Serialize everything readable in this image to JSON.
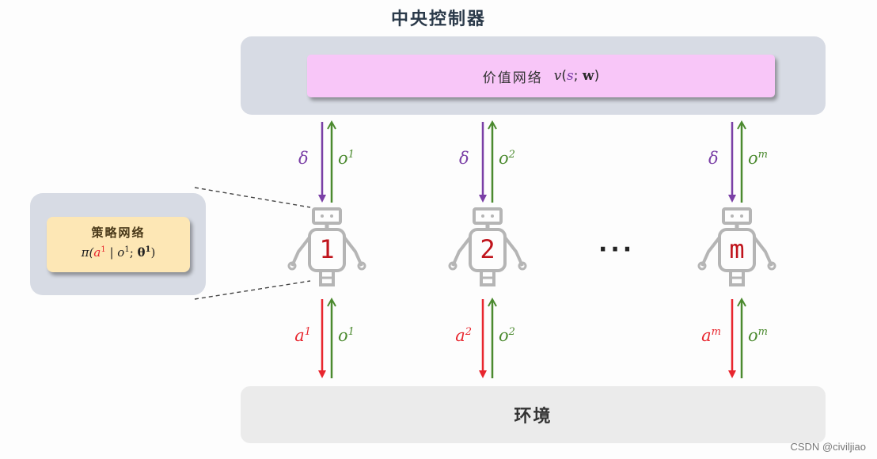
{
  "title": "中央控制器",
  "value_network": {
    "label": "价值网络",
    "formula_fn": "v",
    "formula_open": "(",
    "formula_s": "s",
    "formula_sep": "; ",
    "formula_w": "w",
    "formula_close": ")"
  },
  "policy_network": {
    "label": "策略网络",
    "formula_pi": "π(",
    "formula_a": "a",
    "formula_a_sup": "1",
    "formula_bar": " | ",
    "formula_o": "o",
    "formula_o_sup": "1",
    "formula_sep": "; ",
    "formula_theta": "θ",
    "formula_theta_sup": "1",
    "formula_close": ")"
  },
  "environment": {
    "label": "环境"
  },
  "agents": [
    {
      "number": "1",
      "top": {
        "down": "δ",
        "up_base": "o",
        "up_sup": "1"
      },
      "bottom": {
        "down_base": "a",
        "down_sup": "1",
        "up_base": "o",
        "up_sup": "1"
      }
    },
    {
      "number": "2",
      "top": {
        "down": "δ",
        "up_base": "o",
        "up_sup": "2"
      },
      "bottom": {
        "down_base": "a",
        "down_sup": "2",
        "up_base": "o",
        "up_sup": "2"
      }
    },
    {
      "number": "m",
      "top": {
        "down": "δ",
        "up_base": "o",
        "up_sup": "m"
      },
      "bottom": {
        "down_base": "a",
        "down_sup": "m",
        "up_base": "o",
        "up_sup": "m"
      }
    }
  ],
  "ellipsis": "···",
  "colors": {
    "delta": "#7a3fa6",
    "observation": "#4b8a2f",
    "action": "#e8262e",
    "robot": "#b5b5b5"
  },
  "watermark": "CSDN @civiljiao"
}
